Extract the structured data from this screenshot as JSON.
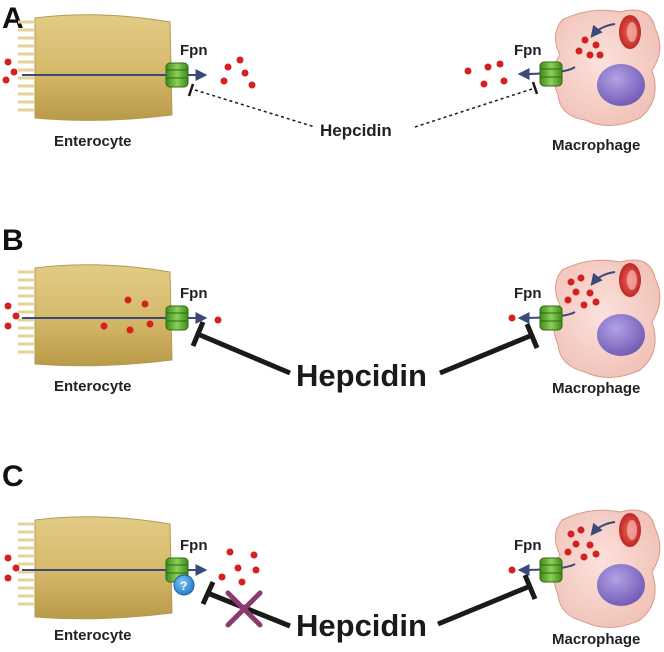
{
  "panels": [
    {
      "letter": "A",
      "enterocyte_label": "Enterocyte",
      "macrophage_label": "Macrophage",
      "fpn_label_left": "Fpn",
      "fpn_label_right": "Fpn",
      "hepcidin_label": "Hepcidin"
    },
    {
      "letter": "B",
      "enterocyte_label": "Enterocyte",
      "macrophage_label": "Macrophage",
      "fpn_label_left": "Fpn",
      "fpn_label_right": "Fpn",
      "hepcidin_label": "Hepcidin"
    },
    {
      "letter": "C",
      "enterocyte_label": "Enterocyte",
      "macrophage_label": "Macrophage",
      "fpn_label_left": "Fpn",
      "fpn_label_right": "Fpn",
      "hepcidin_label": "Hepcidin",
      "unknown_marker": "?"
    }
  ],
  "colors": {
    "enterocyte": "#d4b96a",
    "macrophage": "#f4c9c0",
    "nucleus": "#8a74c8",
    "rbc": "#d42a2a",
    "iron": "#d42020",
    "fpn": "#5aa52c",
    "arrow": "#3c4a7a",
    "inhibitor": "#1a1a1a",
    "x_mark": "#8b3a6e",
    "question": "#2f8fd8"
  }
}
